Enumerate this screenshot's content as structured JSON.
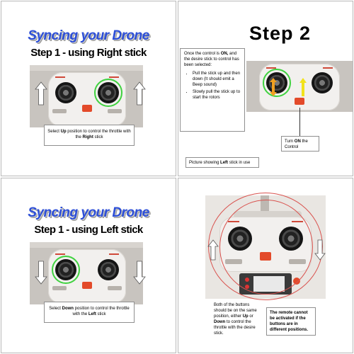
{
  "panels": [
    {
      "heading": "Syncing your Drone",
      "subheading": "Step 1 - using Right stick",
      "caption": {
        "pre": "Select ",
        "bold1": "Up",
        "mid": " position to control the throttle  with the ",
        "bold2": "Right",
        "post": " stick"
      }
    },
    {
      "heading": "Step 2",
      "instructions": {
        "intro_pre": "Once the control is ",
        "intro_bold": "ON,",
        "intro_post": " and the desire stick to control has been selected:",
        "bullets": [
          "Pull the stick up and then down (It should emit a Beep sound)",
          "Slowly pull the stick up to start the rotors"
        ]
      },
      "turn_on": {
        "pre": "Turn ",
        "bold": "ON",
        "post": " the Control"
      },
      "picture_caption": {
        "pre": "Picture showing  ",
        "bold": "Left",
        "post": " stick in use"
      }
    },
    {
      "heading": "Syncing your Drone",
      "subheading": "Step 1 - using Left stick",
      "caption": {
        "pre": "Select ",
        "bold1": "Down",
        "mid": " position to control the throttle with the ",
        "bold2": "Left",
        "post": " stick"
      }
    },
    {
      "left_note": {
        "p1": "Both of the buttons should be on the same position,  either ",
        "b1": "Up",
        "p2": " or ",
        "b2": "Down",
        "p3": " to control the throttle with the desire stick."
      },
      "right_note": "The remote cannot be activated if the buttons are in different positions."
    }
  ],
  "colors": {
    "wordart_blue": "#2d4fd8",
    "highlight_ring": "#3fd23f",
    "arrow_orange": "#f0a020",
    "arrow_yellow": "#f2e21b",
    "oval_red": "#d9534f"
  }
}
